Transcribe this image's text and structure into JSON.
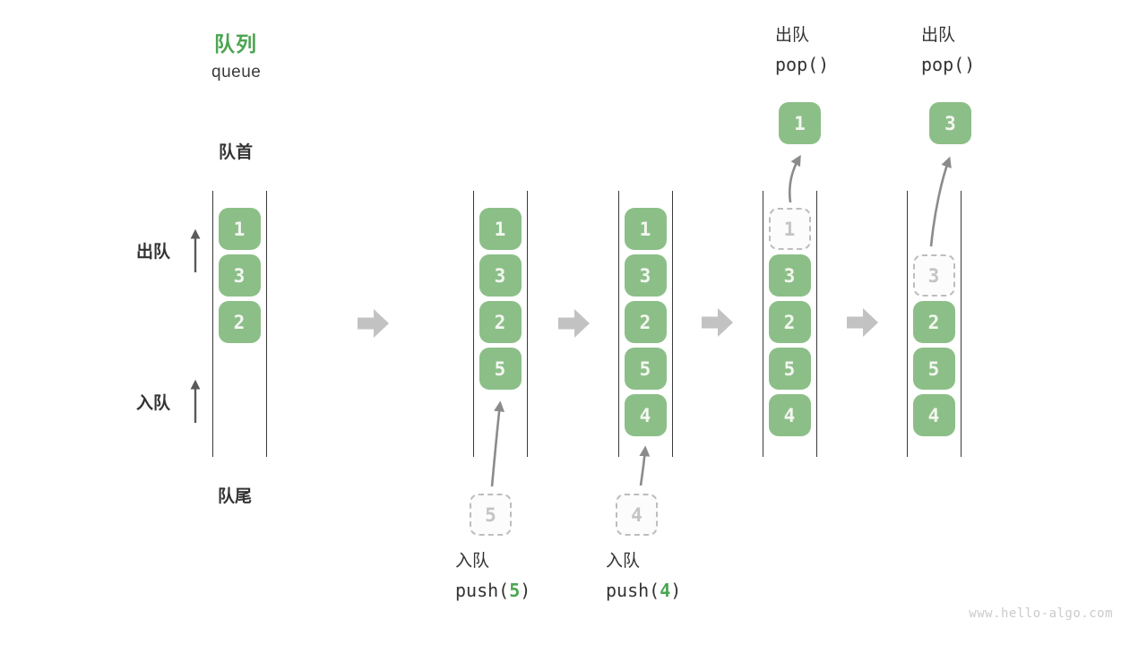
{
  "header": {
    "title_zh": "队列",
    "title_en": "queue",
    "front_label": "队首",
    "rear_label": "队尾",
    "dequeue_side_label": "出队",
    "enqueue_side_label": "入队"
  },
  "colors": {
    "element_green": "#8CBF88",
    "accent_green": "#4CA552",
    "ghost_gray": "#BDBDBD",
    "thin_arrow_gray": "#8B8B8B",
    "side_arrow_dark": "#5A5A5A",
    "block_arrow_gray": "#C2C2C2",
    "text_dark": "#333333"
  },
  "states": [
    {
      "name": "initial-queue",
      "slots": [
        {
          "row": 0,
          "value": "1",
          "style": "solid"
        },
        {
          "row": 1,
          "value": "3",
          "style": "solid"
        },
        {
          "row": 2,
          "value": "2",
          "style": "solid"
        }
      ]
    },
    {
      "name": "after-push-5",
      "slots": [
        {
          "row": 0,
          "value": "1",
          "style": "solid"
        },
        {
          "row": 1,
          "value": "3",
          "style": "solid"
        },
        {
          "row": 2,
          "value": "2",
          "style": "solid"
        },
        {
          "row": 3,
          "value": "5",
          "style": "solid"
        }
      ],
      "staged": "5",
      "op": {
        "label": "入队",
        "code_pre": "push(",
        "arg": "5",
        "code_post": ")"
      }
    },
    {
      "name": "after-push-4",
      "slots": [
        {
          "row": 0,
          "value": "1",
          "style": "solid"
        },
        {
          "row": 1,
          "value": "3",
          "style": "solid"
        },
        {
          "row": 2,
          "value": "2",
          "style": "solid"
        },
        {
          "row": 3,
          "value": "5",
          "style": "solid"
        },
        {
          "row": 4,
          "value": "4",
          "style": "solid"
        }
      ],
      "staged": "4",
      "op": {
        "label": "入队",
        "code_pre": "push(",
        "arg": "4",
        "code_post": ")"
      }
    },
    {
      "name": "after-pop-1",
      "slots": [
        {
          "row": 0,
          "value": "1",
          "style": "ghost"
        },
        {
          "row": 1,
          "value": "3",
          "style": "solid"
        },
        {
          "row": 2,
          "value": "2",
          "style": "solid"
        },
        {
          "row": 3,
          "value": "5",
          "style": "solid"
        },
        {
          "row": 4,
          "value": "4",
          "style": "solid"
        }
      ],
      "popped": "1",
      "op": {
        "label": "出队",
        "code_pre": "pop(",
        "arg": "",
        "code_post": ")"
      }
    },
    {
      "name": "after-pop-3",
      "slots": [
        {
          "row": 1,
          "value": "3",
          "style": "ghost"
        },
        {
          "row": 2,
          "value": "2",
          "style": "solid"
        },
        {
          "row": 3,
          "value": "5",
          "style": "solid"
        },
        {
          "row": 4,
          "value": "4",
          "style": "solid"
        }
      ],
      "popped": "3",
      "op": {
        "label": "出队",
        "code_pre": "pop(",
        "arg": "",
        "code_post": ")"
      }
    }
  ],
  "watermark": "www.hello-algo.com"
}
